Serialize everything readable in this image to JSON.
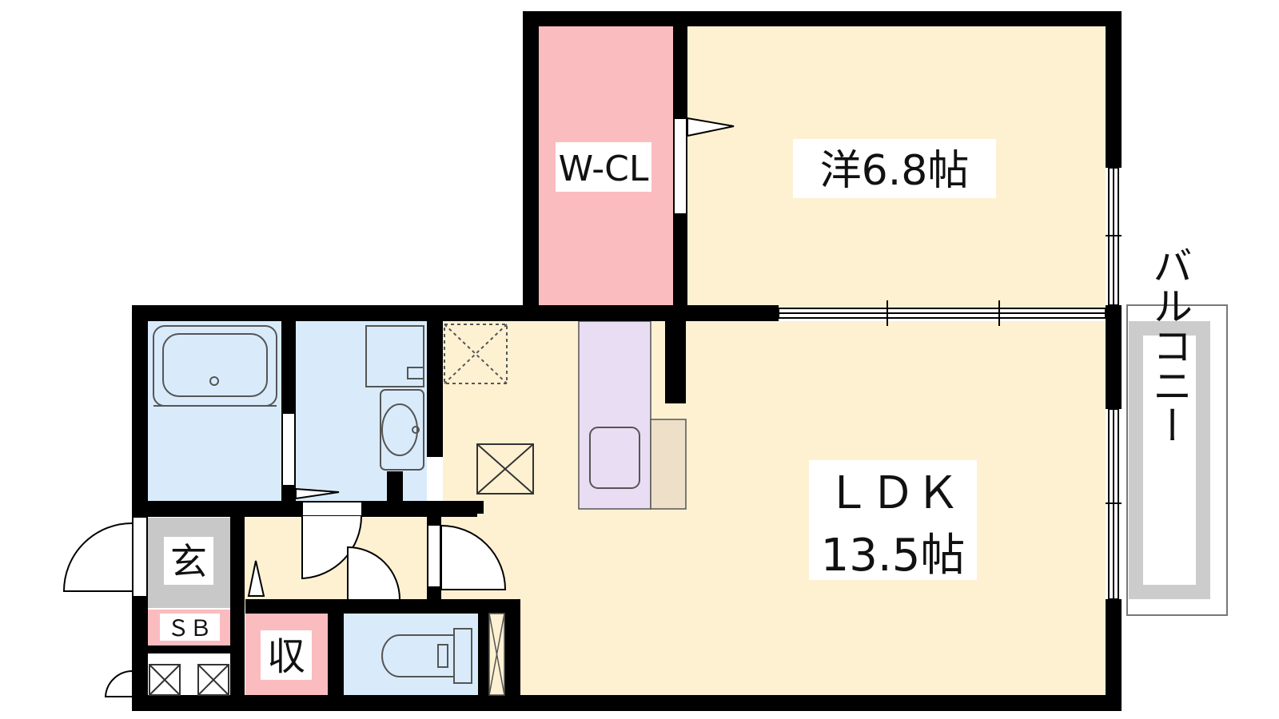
{
  "rooms": {
    "western": {
      "kind": "洋",
      "size": "6.8",
      "unit": "帖"
    },
    "wcl": {
      "label": "W-CL"
    },
    "ldk": {
      "label": "ＬＤＫ",
      "size": "13.5",
      "unit": "帖"
    },
    "balcony": {
      "label": "バルコニー"
    },
    "entrance": {
      "label": "玄"
    },
    "shoebox": {
      "label": "ＳＢ"
    },
    "storage": {
      "label": "収"
    }
  },
  "colors": {
    "wall": "#000000",
    "floor_living": "#fdf1d2",
    "closet_pink": "#fbbcbf",
    "wet_blue": "#d9ebfb",
    "kitchen_purple": "#e9ddf3",
    "counter_tan": "#eee0c8",
    "genkan_gray": "#c8c8c8",
    "balcony_gray": "#cccccc"
  },
  "icons": [
    "bathtub-icon",
    "washbasin-icon",
    "toilet-icon",
    "sink-icon",
    "washing-machine-space-icon",
    "ceiling-vent-icon"
  ]
}
